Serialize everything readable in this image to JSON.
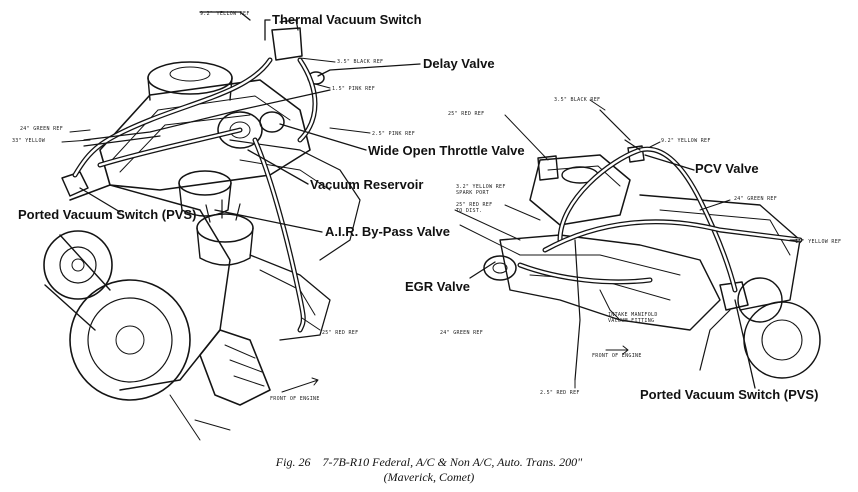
{
  "callouts": {
    "thermal_vacuum_switch": "Thermal Vacuum Switch",
    "delay_valve": "Delay Valve",
    "wide_open_throttle_valve": "Wide Open Throttle Valve",
    "vacuum_reservoir": "Vacuum Reservoir",
    "ported_vacuum_switch_left": "Ported Vacuum Switch (PVS)",
    "air_bypass_valve": "A.I.R. By-Pass Valve",
    "egr_valve": "EGR Valve",
    "pcv_valve": "PCV Valve",
    "ported_vacuum_switch_right": "Ported Vacuum Switch (PVS)"
  },
  "small_labels": {
    "left": {
      "yellow_9_2": "9.2\" YELLOW REF",
      "black_3_5": "3.5\" BLACK REF",
      "pink_1_5": "1.5\" PINK REF",
      "pink_2_5": "2.5\" PINK REF",
      "green_24": "24\" GREEN REF",
      "yellow_33": "33\" YELLOW",
      "red_25": "25\" RED REF",
      "front_of_engine": "FRONT OF ENGINE"
    },
    "right": {
      "red_25": "25\" RED REF",
      "black_3_5": "3.5\" BLACK REF",
      "yellow_9_2": "9.2\" YELLOW REF",
      "yellow_3_2_spark": "3.2\" YELLOW REF",
      "spark_port": "SPARK PORT",
      "red_25_dist": "25\" RED REF",
      "to_dist": "TO DIST.",
      "green_24_top": "24\" GREEN REF",
      "yellow_11": "11\" YELLOW REF",
      "intake_manifold": "INTAKE MANIFOLD",
      "vacuum_fitting": "VACUUM FITTING",
      "green_24_bottom": "24\" GREEN REF",
      "front_of_engine": "FRONT OF ENGINE",
      "red_2_5": "2.5\" RED REF"
    }
  },
  "caption": {
    "line1": "Fig. 26    7-7B-R10 Federal, A/C & Non A/C, Auto. Trans. 200\"",
    "line2": "(Maverick, Comet)"
  }
}
